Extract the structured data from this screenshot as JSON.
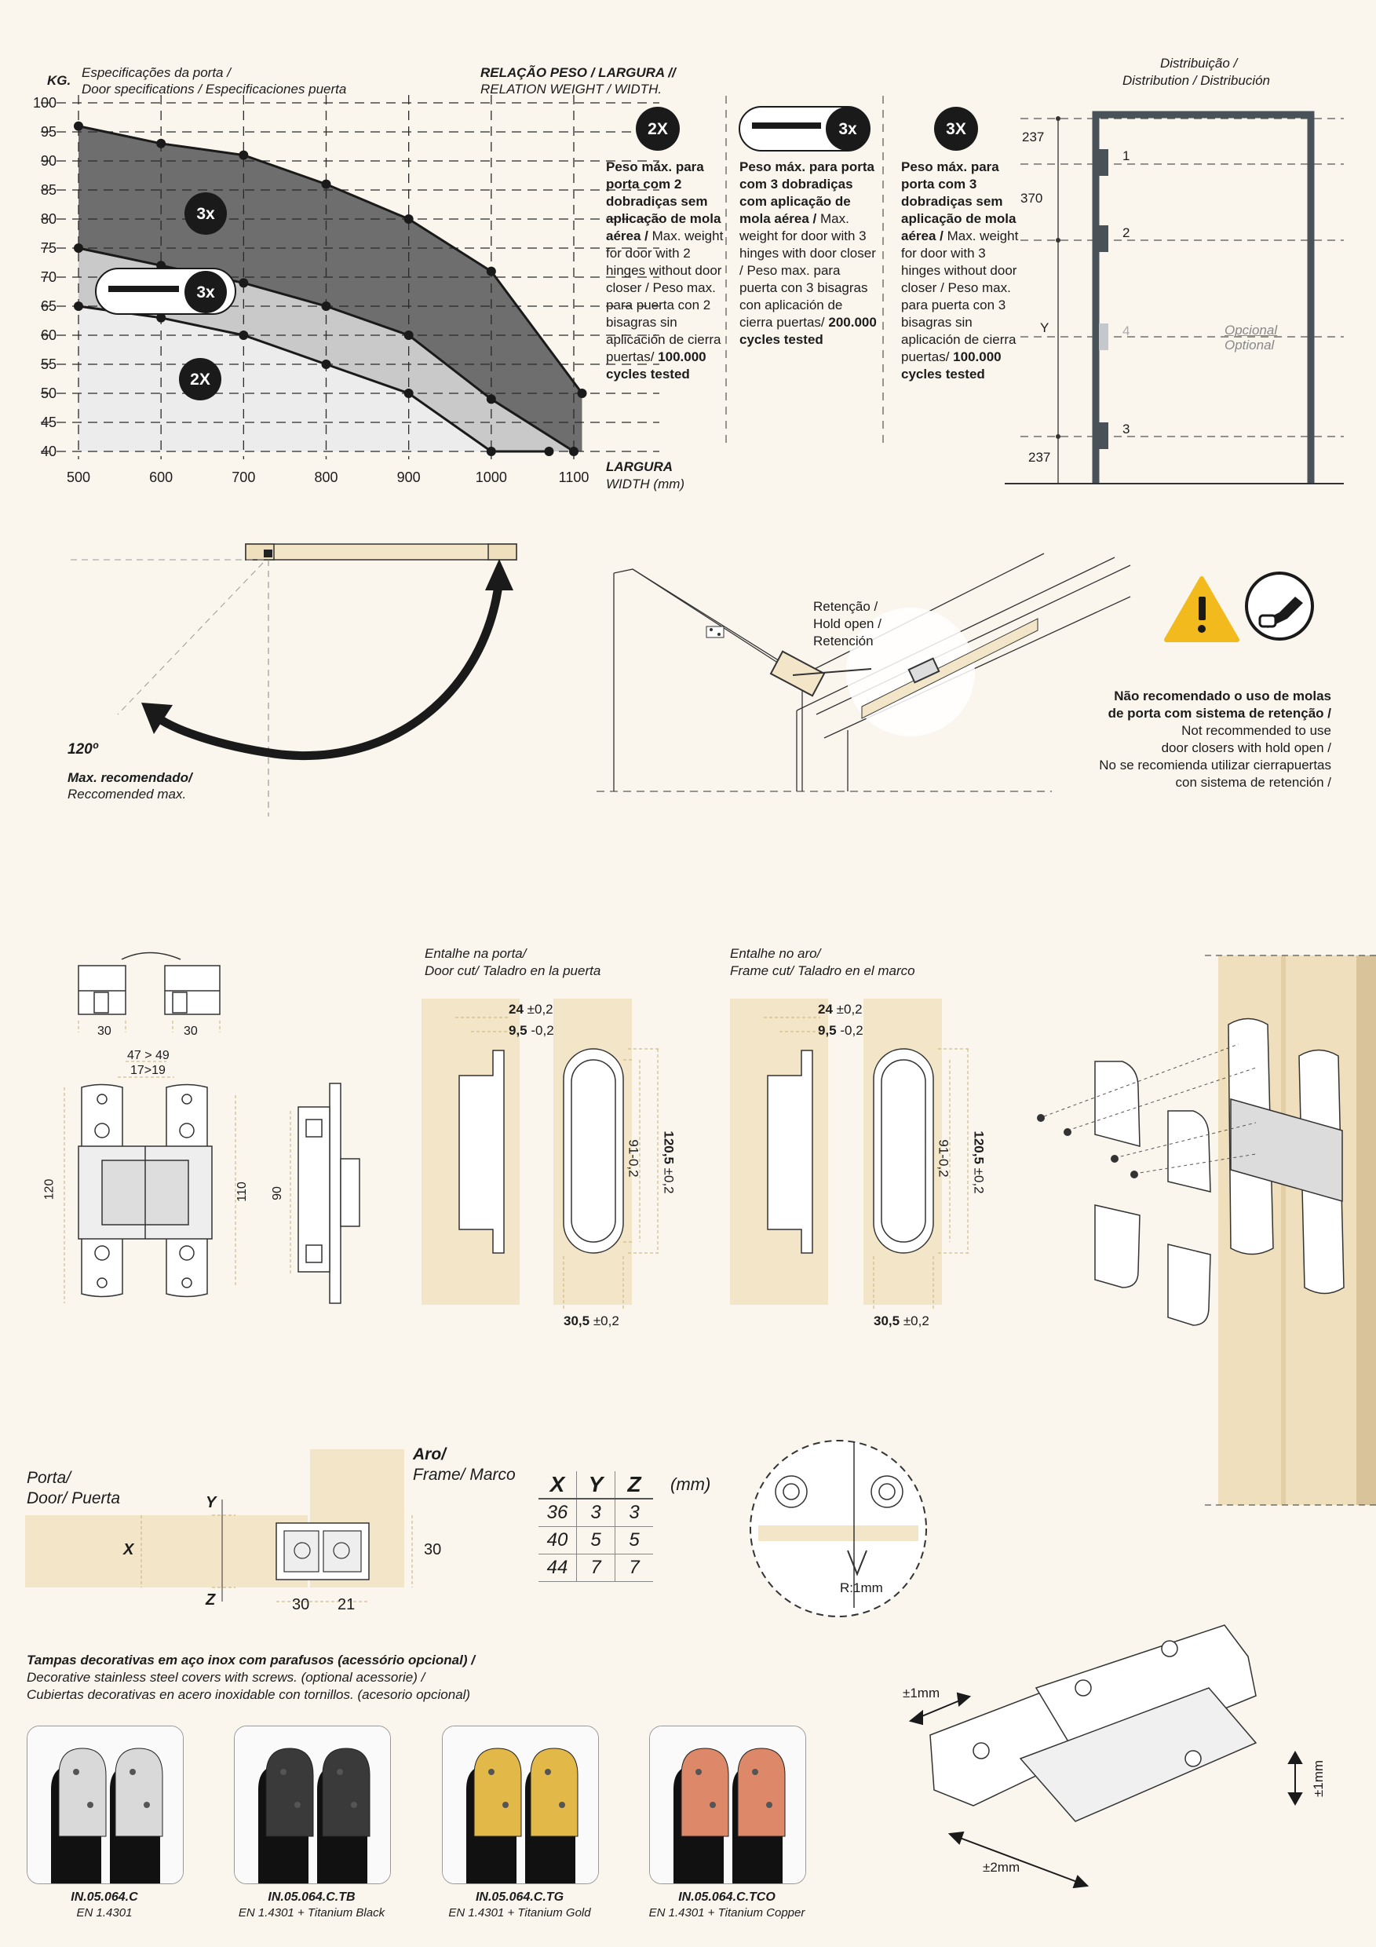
{
  "chart_data": {
    "type": "area",
    "header_left": {
      "line1": "Especificações da porta /",
      "line2": "Door specifications / Especificaciones puerta"
    },
    "header_right": {
      "line1": "RELAÇÃO PESO / LARGURA //",
      "line2": "RELATION WEIGHT / WIDTH."
    },
    "ylabel": "KG.",
    "xlabel_line1": "LARGURA",
    "xlabel_line2": "WIDTH (mm)",
    "x_ticks": [
      500,
      600,
      700,
      800,
      900,
      1000,
      1100
    ],
    "y_ticks": [
      100,
      95,
      90,
      85,
      80,
      75,
      70,
      65,
      60,
      55,
      50,
      45,
      40
    ],
    "xlim": [
      500,
      1100
    ],
    "ylim": [
      40,
      100
    ],
    "series": [
      {
        "name": "3x",
        "color": "#6e6e6e",
        "x": [
          500,
          600,
          700,
          800,
          900,
          1000,
          1110
        ],
        "y": [
          96,
          93,
          91,
          86,
          80,
          71,
          50
        ]
      },
      {
        "name": "3x",
        "color": "#c9c9c9",
        "x": [
          500,
          600,
          700,
          800,
          900,
          1000,
          1100
        ],
        "y": [
          75,
          72,
          69,
          65,
          60,
          49,
          40
        ]
      },
      {
        "name": "2X",
        "color": "#ececec",
        "x": [
          500,
          600,
          700,
          800,
          900,
          1000,
          1070
        ],
        "y": [
          65,
          63,
          60,
          55,
          50,
          40,
          40
        ]
      }
    ],
    "badges": [
      "3x",
      "3x",
      "2X"
    ]
  },
  "columns": [
    {
      "badge": "2X",
      "bold": "Peso máx. para porta com 2 dobradiças sem aplicação de mola aérea /",
      "en": "Max. weight for door with 2 hinges without door closer /",
      "es": "Peso max. para puerta con 2 bisagras sin aplicación de cierra puertas/",
      "cycles": "100.000 cycles tested"
    },
    {
      "badge": "3x",
      "bold": "Peso máx. para porta com 3 dobradiças com aplicação de mola aérea /",
      "en": "Max. weight for door with 3 hinges with door closer /",
      "es": "Peso max. para puerta con 3 bisagras con aplicación de cierra puertas/",
      "cycles": "200.000 cycles tested"
    },
    {
      "badge": "3X",
      "bold": "Peso máx. para porta com 3 dobradiças sem aplicação de mola aérea /",
      "en": "Max. weight for door with 3 hinges without door closer /",
      "es": "Peso max. para puerta con 3 bisagras sin aplicación de cierra puertas/",
      "cycles": "100.000 cycles tested"
    }
  ],
  "distribution": {
    "title1": "Distribuição /",
    "title2": "Distribution / Distribución",
    "dims": [
      "237",
      "370",
      "Y",
      "237"
    ],
    "hinges": [
      "1",
      "2",
      "4",
      "3"
    ],
    "optional1": "Opcional",
    "optional2": "Optional"
  },
  "opening": {
    "angle": "120º",
    "label1": "Max. recomendado/",
    "label2": "Reccomended max."
  },
  "hold_open": {
    "l1": "Retenção /",
    "l2": "Hold open /",
    "l3": "Retención"
  },
  "warning": {
    "bold1": "Não recomendado o uso de molas",
    "bold2": "de porta com sistema de retenção /",
    "l3": "Not recommended to use",
    "l4": "door closers with hold open /",
    "l5": "No se recomienda utilizar cierrapuertas",
    "l6": "con sistema de retención /"
  },
  "hinge_dims": {
    "w1": "30",
    "w2": "30",
    "d1": "47 > 49",
    "d2": "17>19",
    "h1": "120",
    "h2": "110",
    "h3": "90"
  },
  "door_cut": {
    "title1": "Entalhe na porta/",
    "title2": "Door cut/ Taladro en la puerta",
    "d1_b": "24",
    "d1_t": "±0,2",
    "d2_b": "9,5",
    "d2_t": "-0,2",
    "v1": "91-0,2",
    "v2_b": "120,5",
    "v2_t": "±0,2",
    "w_b": "30,5",
    "w_t": "±0,2"
  },
  "frame_cut": {
    "title1": "Entalhe no aro/",
    "title2": "Frame cut/ Taladro en el marco",
    "d1_b": "24",
    "d1_t": "±0,2",
    "d2_b": "9,5",
    "d2_t": "-0,2",
    "v1": "91-0,2",
    "v2_b": "120,5",
    "v2_t": "±0,2",
    "w_b": "30,5",
    "w_t": "±0,2"
  },
  "section": {
    "porta1": "Porta/",
    "porta2": "Door/ Puerta",
    "aro1": "Aro/",
    "aro2": "Frame/ Marco",
    "x": "X",
    "y": "Y",
    "z": "Z",
    "d30a": "30",
    "d30b": "30",
    "d21": "21"
  },
  "xyz_table": {
    "headers": [
      "X",
      "Y",
      "Z"
    ],
    "unit": "(mm)",
    "rows": [
      [
        "36",
        "3",
        "3"
      ],
      [
        "40",
        "5",
        "5"
      ],
      [
        "44",
        "7",
        "7"
      ]
    ]
  },
  "radius": "R:1mm",
  "covers": {
    "title1": "Tampas decorativas em aço inox com parafusos (acessório opcional) /",
    "title2": "Decorative stainless steel covers with screws. (optional acessorie)  /",
    "title3": "Cubiertas decorativas en acero inoxidable con tornillos. (acesorio opcional)",
    "items": [
      {
        "code": "IN.05.064.C",
        "sub": "EN 1.4301",
        "color": "#d9d9d9"
      },
      {
        "code": "IN.05.064.C.TB",
        "sub": "EN 1.4301 + Titanium Black",
        "color": "#3a3a3a"
      },
      {
        "code": "IN.05.064.C.TG",
        "sub": "EN 1.4301 + Titanium Gold",
        "color": "#e2b948"
      },
      {
        "code": "IN.05.064.C.TCO",
        "sub": "EN  1.4301 + Titanium Copper",
        "color": "#dd8868"
      }
    ]
  },
  "adjust": {
    "a": "±1mm",
    "b": "±1mm",
    "c": "±2mm"
  }
}
